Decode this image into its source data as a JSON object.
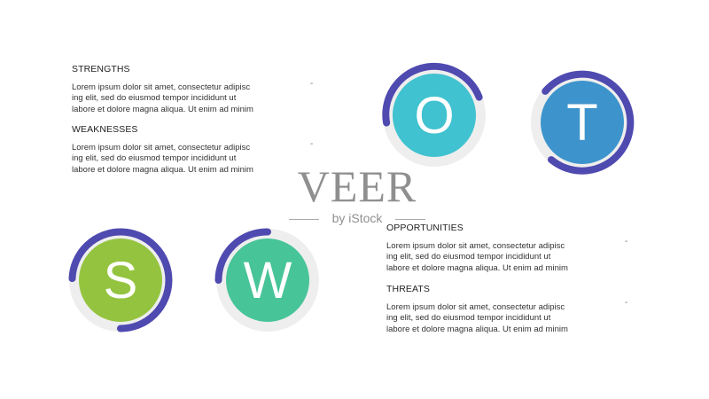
{
  "blocks": {
    "strengths": {
      "title": "STRENGTHS",
      "line1": "Lorem ipsum dolor sit amet, consectetur adipisc",
      "line2": "ing elit, sed do eiusmod tempor incididunt ut",
      "line3": "labore et dolore magna aliqua. Ut enim ad minim",
      "dash": "-"
    },
    "weaknesses": {
      "title": "WEAKNESSES",
      "line1": "Lorem ipsum dolor sit amet, consectetur adipisc",
      "line2": "ing elit, sed do eiusmod tempor incididunt ut",
      "line3": "labore et dolore magna aliqua. Ut enim ad minim",
      "dash": "-"
    },
    "opportunities": {
      "title": "OPPORTUNITIES",
      "line1": "Lorem ipsum dolor sit amet, consectetur adipisc",
      "line2": "ing elit, sed do eiusmod tempor incididunt ut",
      "line3": "labore et dolore magna aliqua. Ut enim ad minim",
      "dash": "-"
    },
    "threats": {
      "title": "THREATS",
      "line1": "Lorem ipsum dolor sit amet, consectetur adipisc",
      "line2": "ing elit, sed do eiusmod tempor incididunt ut",
      "line3": "labore et dolore magna aliqua. Ut enim ad minim",
      "dash": "-"
    }
  },
  "circles": {
    "s": {
      "letter": "S",
      "fill": "#94c43f"
    },
    "w": {
      "letter": "W",
      "fill": "#47c498"
    },
    "o": {
      "letter": "O",
      "fill": "#40c2d0"
    },
    "t": {
      "letter": "T",
      "fill": "#3d94cc"
    }
  },
  "colors": {
    "arc": "#4f4ab0",
    "track": "#eeeeee",
    "letter": "#ffffff"
  },
  "watermark": {
    "main": "VEER",
    "sub": "by iStock"
  }
}
